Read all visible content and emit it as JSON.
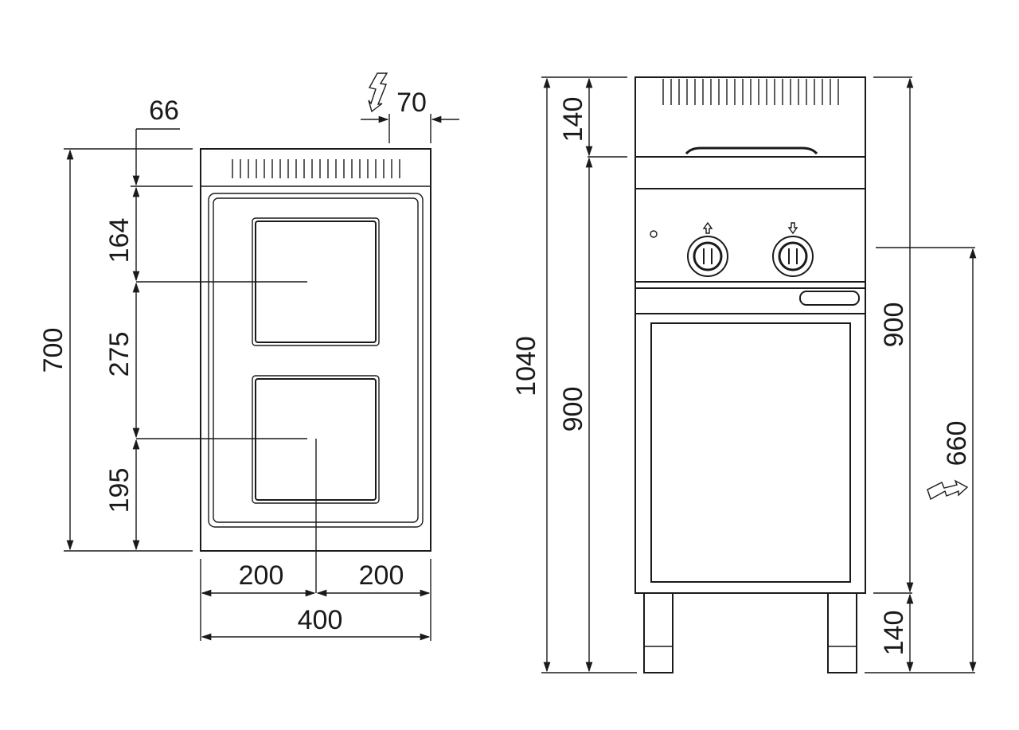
{
  "top_view": {
    "dims": {
      "width_total": "400",
      "width_left": "200",
      "width_right": "200",
      "depth_total": "700",
      "depth_66": "66",
      "depth_164": "164",
      "depth_275": "275",
      "depth_195": "195",
      "power_offset": "70"
    }
  },
  "front_view": {
    "dims": {
      "height_total": "1040",
      "height_900_left": "900",
      "height_140_top": "140",
      "height_900_right": "900",
      "height_660": "660",
      "height_140_bottom": "140"
    }
  },
  "colors": {
    "line": "#1a1a1a",
    "background": "#ffffff"
  },
  "icons": [
    "power-connection-icon",
    "knob-icon",
    "up-arrow-icon",
    "down-arrow-icon"
  ]
}
